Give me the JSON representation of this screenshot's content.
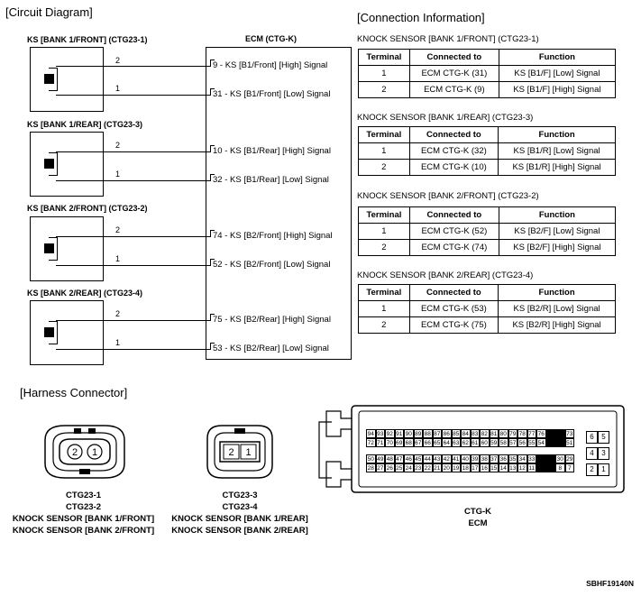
{
  "circuit_title": "[Circuit Diagram]",
  "connection_title": "[Connection Information]",
  "harness_title": "[Harness Connector]",
  "ecm_label": "ECM (CTG-K)",
  "sensors": [
    {
      "label": "KS [BANK 1/FRONT] (CTG23-1)",
      "pin_high": "2",
      "pin_low": "1",
      "high_signal": "9 - KS [B1/Front] [High] Signal",
      "low_signal": "31 - KS [B1/Front] [Low] Signal"
    },
    {
      "label": "KS [BANK 1/REAR] (CTG23-3)",
      "pin_high": "2",
      "pin_low": "1",
      "high_signal": "10 - KS [B1/Rear] [High] Signal",
      "low_signal": "32 - KS [B1/Rear] [Low] Signal"
    },
    {
      "label": "KS [BANK 2/FRONT] (CTG23-2)",
      "pin_high": "2",
      "pin_low": "1",
      "high_signal": "74 - KS [B2/Front] [High] Signal",
      "low_signal": "52 - KS [B2/Front] [Low] Signal"
    },
    {
      "label": "KS [BANK 2/REAR] (CTG23-4)",
      "pin_high": "2",
      "pin_low": "1",
      "high_signal": "75 - KS [B2/Rear] [High] Signal",
      "low_signal": "53 - KS [B2/Rear] [Low] Signal"
    }
  ],
  "table_headers": [
    "Terminal",
    "Connected to",
    "Function"
  ],
  "tables": [
    {
      "title": "KNOCK SENSOR [BANK 1/FRONT] (CTG23-1)",
      "rows": [
        [
          "1",
          "ECM CTG-K (31)",
          "KS [B1/F] [Low] Signal"
        ],
        [
          "2",
          "ECM CTG-K (9)",
          "KS [B1/F] [High] Signal"
        ]
      ]
    },
    {
      "title": "KNOCK SENSOR [BANK 1/REAR] (CTG23-3)",
      "rows": [
        [
          "1",
          "ECM CTG-K (32)",
          "KS [B1/R] [Low] Signal"
        ],
        [
          "2",
          "ECM CTG-K (10)",
          "KS [B1/R] [High] Signal"
        ]
      ]
    },
    {
      "title": "KNOCK SENSOR [BANK 2/FRONT] (CTG23-2)",
      "rows": [
        [
          "1",
          "ECM CTG-K (52)",
          "KS [B2/F] [Low] Signal"
        ],
        [
          "2",
          "ECM CTG-K (74)",
          "KS [B2/F] [High] Signal"
        ]
      ]
    },
    {
      "title": "KNOCK SENSOR [BANK 2/REAR] (CTG23-4)",
      "rows": [
        [
          "1",
          "ECM CTG-K (53)",
          "KS [B2/R] [Low] Signal"
        ],
        [
          "2",
          "ECM CTG-K (75)",
          "KS [B2/R] [High] Signal"
        ]
      ]
    }
  ],
  "connectors": {
    "left": {
      "pins": [
        "2",
        "1"
      ],
      "caption": [
        "CTG23-1",
        "CTG23-2",
        "KNOCK SENSOR [BANK 1/FRONT]",
        "KNOCK SENSOR [BANK 2/FRONT]"
      ]
    },
    "mid": {
      "pins": [
        "2",
        "1"
      ],
      "caption": [
        "CTG23-3",
        "CTG23-4",
        "KNOCK SENSOR [BANK 1/REAR]",
        "KNOCK SENSOR [BANK 2/REAR]"
      ]
    },
    "ecm": {
      "caption": [
        "CTG-K",
        "ECM"
      ],
      "row1": [
        "94",
        "93",
        "92",
        "91",
        "90",
        "89",
        "88",
        "87",
        "86",
        "85",
        "84",
        "83",
        "82",
        "81",
        "80",
        "79",
        "78",
        "77",
        "76",
        "",
        "",
        "73"
      ],
      "row2": [
        "72",
        "71",
        "70",
        "69",
        "68",
        "67",
        "66",
        "65",
        "64",
        "63",
        "62",
        "61",
        "60",
        "59",
        "58",
        "57",
        "56",
        "55",
        "54",
        "",
        "",
        "51"
      ],
      "row3": [
        "50",
        "49",
        "48",
        "47",
        "46",
        "45",
        "44",
        "43",
        "42",
        "41",
        "40",
        "39",
        "38",
        "37",
        "36",
        "35",
        "34",
        "33",
        "",
        "",
        "30",
        "29"
      ],
      "row4": [
        "28",
        "27",
        "26",
        "25",
        "24",
        "23",
        "22",
        "21",
        "20",
        "19",
        "18",
        "17",
        "16",
        "15",
        "14",
        "13",
        "12",
        "11",
        "",
        "",
        "8",
        "7"
      ],
      "small": [
        [
          "6",
          "5"
        ],
        [
          "4",
          "3"
        ],
        [
          "2",
          "1"
        ]
      ]
    }
  },
  "doc_code": "SBHF19140N"
}
